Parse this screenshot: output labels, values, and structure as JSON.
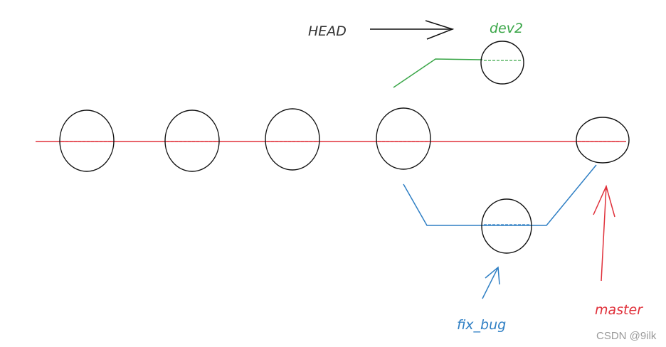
{
  "labels": {
    "head": "HEAD",
    "dev2": "dev2",
    "fix_bug": "fix_bug",
    "master": "master"
  },
  "watermark": "CSDN @9ilk",
  "colors": {
    "main_line": "#e0303a",
    "dev2_branch": "#3aa648",
    "fix_bug_branch": "#2f7fc4",
    "master_label": "#e0303a",
    "head_label": "#333333",
    "node_stroke": "#111111",
    "watermark": "#999999"
  }
}
